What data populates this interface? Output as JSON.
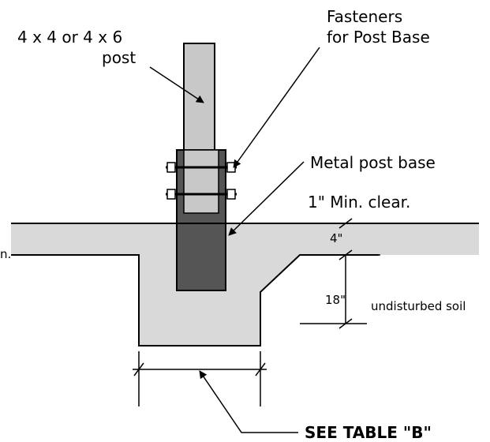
{
  "labels": {
    "post": [
      "4 x 4 or 4 x 6",
      "post"
    ],
    "fasteners": [
      "Fasteners",
      "for Post Base"
    ],
    "metal_base": "Metal post base",
    "clearance": "1\" Min. clear.",
    "slab_thickness": "4\"",
    "footing_depth": "18\"",
    "soil": "undisturbed soil",
    "left_edge": "n.",
    "table_ref": "SEE TABLE \"B\""
  },
  "colors": {
    "slab_fill": "#d9d9d9",
    "post_fill": "#c8c8c8",
    "base_fill": "#555555",
    "line": "#000000"
  }
}
